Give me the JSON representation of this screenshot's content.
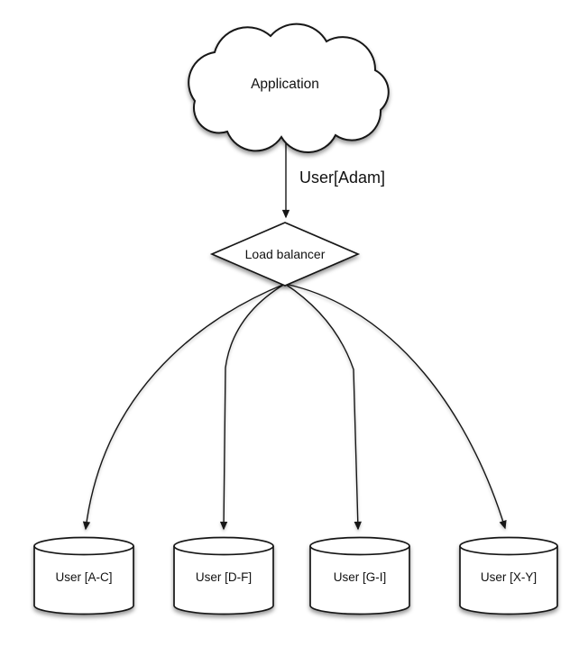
{
  "diagram": {
    "nodes": [
      {
        "id": "application",
        "shape": "cloud",
        "label": "Application"
      },
      {
        "id": "load-balancer",
        "shape": "diamond",
        "label": "Load balancer"
      },
      {
        "id": "db-a-c",
        "shape": "cylinder",
        "label": "User [A-C]"
      },
      {
        "id": "db-d-f",
        "shape": "cylinder",
        "label": "User [D-F]"
      },
      {
        "id": "db-g-i",
        "shape": "cylinder",
        "label": "User [G-I]"
      },
      {
        "id": "db-x-y",
        "shape": "cylinder",
        "label": "User [X-Y]"
      }
    ],
    "edges": [
      {
        "from": "application",
        "to": "load-balancer",
        "label": "User[Adam]"
      },
      {
        "from": "load-balancer",
        "to": "db-a-c",
        "label": ""
      },
      {
        "from": "load-balancer",
        "to": "db-d-f",
        "label": ""
      },
      {
        "from": "load-balancer",
        "to": "db-g-i",
        "label": ""
      },
      {
        "from": "load-balancer",
        "to": "db-x-y",
        "label": ""
      }
    ],
    "colors": {
      "stroke": "#161616",
      "shape_fill": "#ffffff",
      "background": "#ffffff",
      "text": "#111111"
    }
  }
}
